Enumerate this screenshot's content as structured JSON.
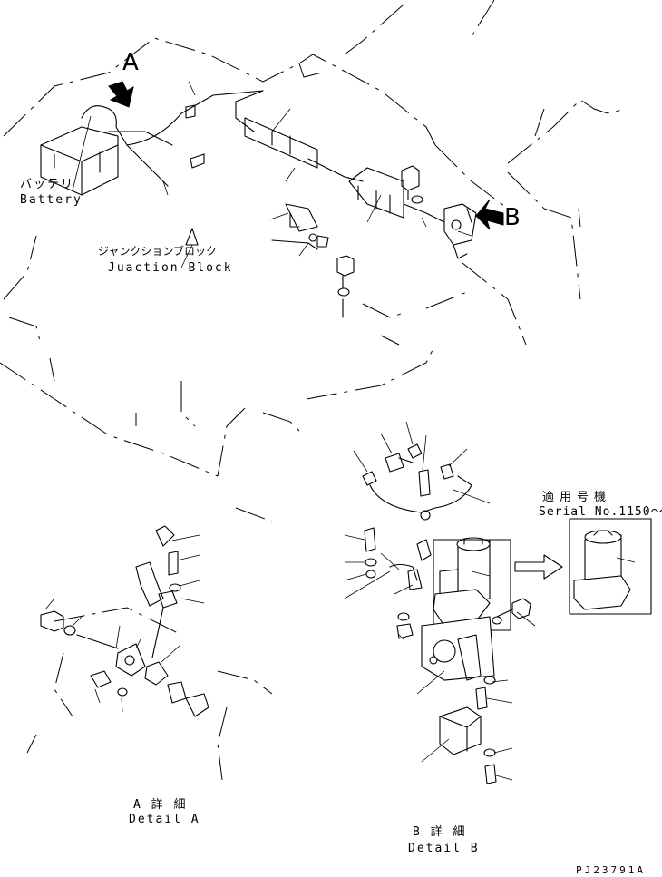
{
  "labels": {
    "view_a": "A",
    "view_b": "B",
    "battery_jp": "バッテリ",
    "battery_en": "Battery",
    "junction_jp": "ジャンクションブロック",
    "junction_en": "Juaction Block",
    "serial_jp": "適用号機",
    "serial_en": "Serial No.1150～",
    "detail_a_jp": "A 詳 細",
    "detail_a_en": "Detail A",
    "detail_b_jp": "B 詳 細",
    "detail_b_en": "Detail B",
    "drawing_no": "PJ23791A"
  }
}
